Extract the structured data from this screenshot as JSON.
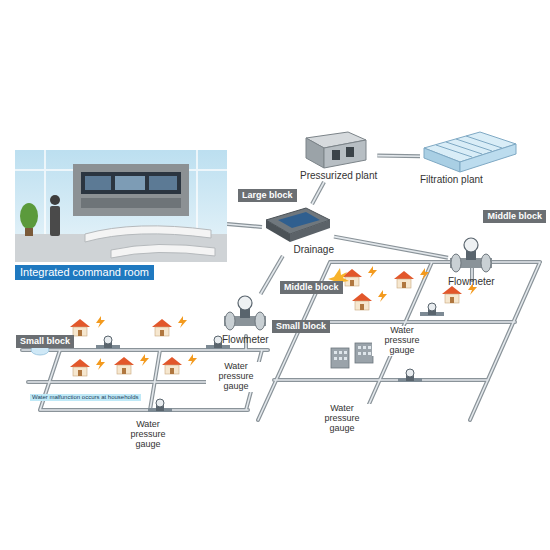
{
  "diagram": {
    "nodes": [
      {
        "text": [
          "Integrated command room"
        ]
      },
      {
        "text": [
          "Pressurized plant"
        ]
      },
      {
        "text": [
          "Filtration plant"
        ]
      },
      {
        "text": [
          "Drainage"
        ]
      },
      {
        "text": [
          "Flowmeter"
        ]
      },
      {
        "text": [
          "Flowmeter"
        ]
      }
    ],
    "edges": [
      {
        "from": 0,
        "to": 3,
        "arrow": "none"
      },
      {
        "from": 3,
        "to": 1,
        "arrow": "none"
      },
      {
        "from": 1,
        "to": 2,
        "arrow": "none"
      },
      {
        "from": 3,
        "to": 4,
        "arrow": "none"
      },
      {
        "from": 3,
        "to": 5,
        "arrow": "none"
      }
    ],
    "labels": [
      "Large block",
      "Middle block",
      "Middle block",
      "Small block",
      "Small block",
      "Water malfunction occurs at households",
      "Water pressure gauge",
      "Water pressure gauge",
      "Water pressure gauge",
      "Water pressure gauge"
    ]
  }
}
